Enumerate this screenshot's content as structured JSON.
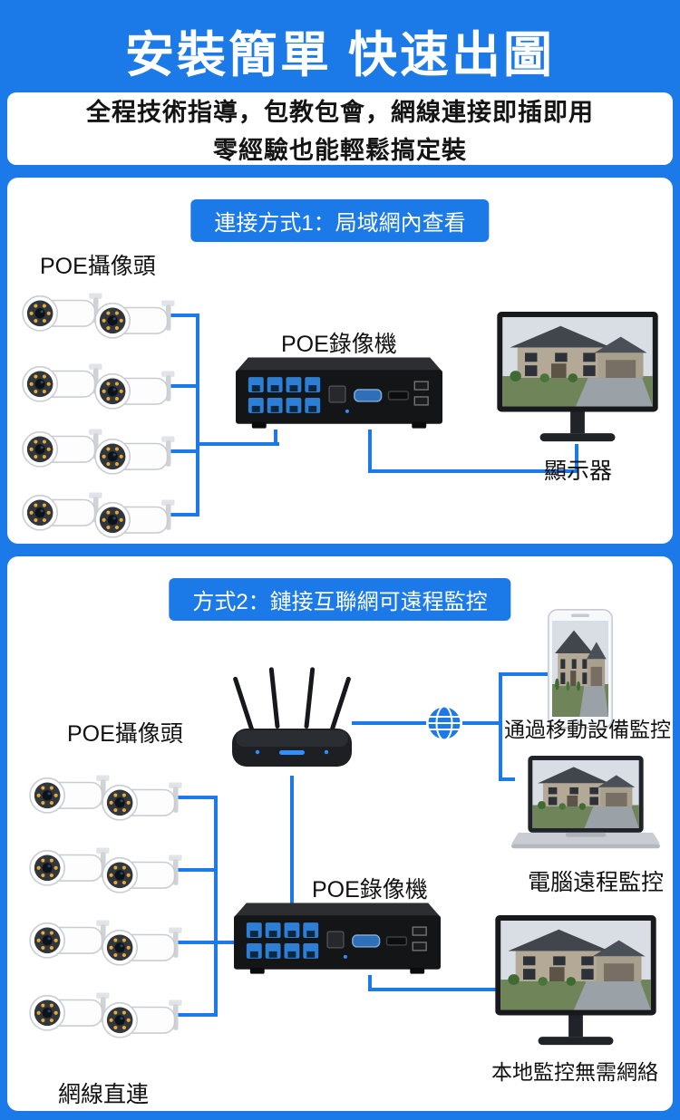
{
  "header": {
    "title": "安裝簡單 快速出圖",
    "subtitle_line1": "全程技術指導，包教包會，網線連接即插即用",
    "subtitle_line2": "零經驗也能輕鬆搞定裝"
  },
  "colors": {
    "accent_blue": "#1b79e8",
    "panel_background": "#ffffff",
    "text_dark": "#141414",
    "camera_led_orange": "#e6a93e",
    "nvr_port_blue": "#2d7fd6"
  },
  "section1": {
    "badge": "連接方式1：局域網內查看",
    "camera_label": "POE攝像頭",
    "camera_count": 8,
    "nvr_label": "POE錄像機",
    "monitor_label": "顯示器"
  },
  "section2": {
    "badge": "方式2：鏈接互聯網可遠程監控",
    "camera_label": "POE攝像頭",
    "camera_count": 8,
    "nvr_label": "POE錄像機",
    "mobile_label": "通過移動設備監控",
    "pc_label": "電腦遠程監控",
    "local_monitor_label": "本地監控無需網絡",
    "direct_connect_label": "網線直連"
  },
  "icons": {
    "camera": "poe-camera-icon",
    "nvr": "nvr-recorder-icon",
    "monitor": "monitor-icon",
    "router": "router-icon",
    "globe": "internet-globe-icon",
    "phone": "smartphone-icon",
    "laptop": "laptop-icon"
  }
}
